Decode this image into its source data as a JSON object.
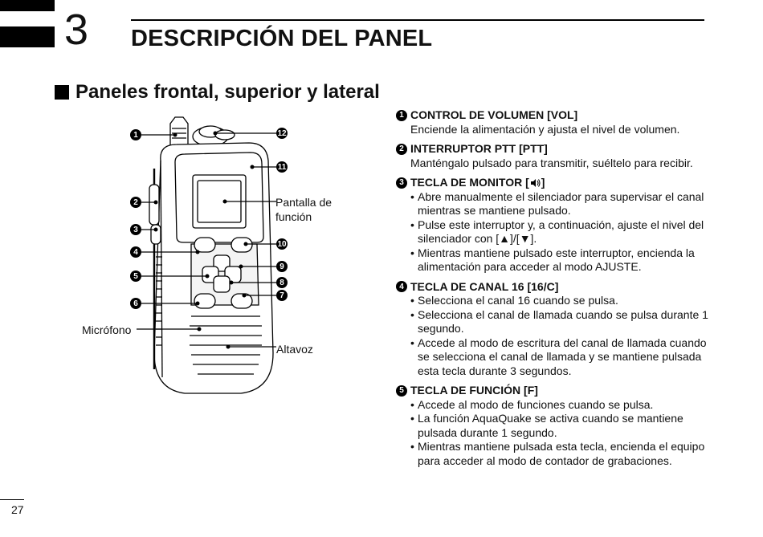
{
  "chapter": {
    "number": "3",
    "title": "DESCRIPCIÓN DEL PANEL"
  },
  "section": {
    "heading": "Paneles frontal, superior y lateral"
  },
  "figure": {
    "callouts": [
      "1",
      "2",
      "3",
      "4",
      "5",
      "6",
      "7",
      "8",
      "9",
      "10",
      "11",
      "12"
    ],
    "labels": {
      "display": "Pantalla de función",
      "mic": "Micrófono",
      "speaker": "Altavoz"
    }
  },
  "items": [
    {
      "num": "1",
      "title": "CONTROL DE VOLUMEN [VOL]",
      "desc": "Enciende la alimentación y ajusta el nivel de volumen."
    },
    {
      "num": "2",
      "title": "INTERRUPTOR PTT [PTT]",
      "desc": "Manténgalo pulsado para transmitir, suéltelo para recibir."
    },
    {
      "num": "3",
      "title": "TECLA DE MONITOR [",
      "title_icon": "speaker-wave-icon",
      "title_end": "]",
      "bullets": [
        "Abre manualmente el silenciador para supervisar el canal mientras se mantiene pulsado.",
        "Pulse este interruptor y, a continuación, ajuste el nivel del silenciador con [▲]/[▼].",
        "Mientras mantiene pulsado este interruptor, encienda la alimentación para acceder al modo AJUSTE."
      ]
    },
    {
      "num": "4",
      "title": "TECLA DE CANAL 16 [16/C]",
      "bullets": [
        "Selecciona el canal 16 cuando se pulsa.",
        "Selecciona el canal de llamada cuando se pulsa durante 1 segundo.",
        "Accede al modo de escritura del canal de llamada cuando se selecciona el canal de llamada y se mantiene pulsada esta tecla durante 3 segundos."
      ]
    },
    {
      "num": "5",
      "title": "TECLA DE FUNCIÓN [F]",
      "bullets": [
        "Accede al modo de funciones cuando se pulsa.",
        "La función AquaQuake se activa cuando se mantiene pulsada durante 1 segundo.",
        "Mientras mantiene pulsada esta tecla, encienda el equipo para acceder al modo de contador de grabaciones."
      ]
    }
  ],
  "page": {
    "number": "27"
  }
}
